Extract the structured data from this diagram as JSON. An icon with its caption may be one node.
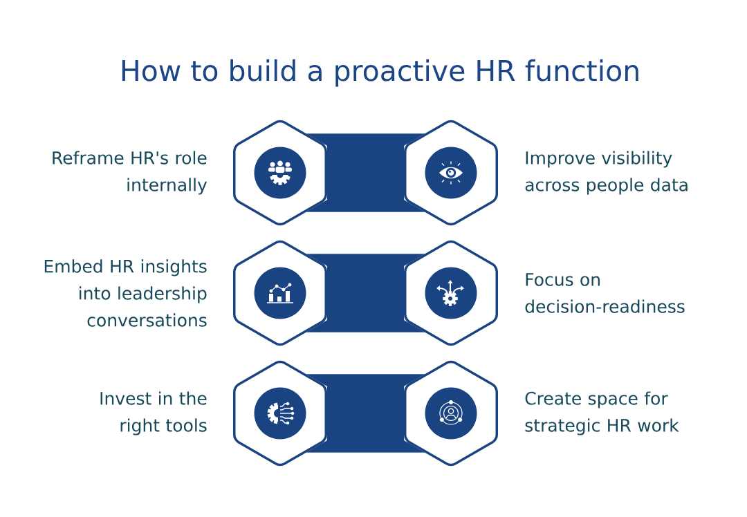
{
  "diagram": {
    "title": "How to build a proactive HR function",
    "nodes": [
      {
        "text": [],
        "shape": "hexagon",
        "beside": [
          "Reframe HR's role internally"
        ]
      },
      {
        "text": [],
        "shape": "hexagon",
        "beside": [
          "Improve visibility across people data"
        ]
      },
      {
        "text": [],
        "shape": "hexagon",
        "beside": [
          "Embed HR insights into leadership conversations"
        ]
      },
      {
        "text": [],
        "shape": "hexagon",
        "beside": [
          "Focus on decision-readiness"
        ]
      },
      {
        "text": [],
        "shape": "hexagon",
        "beside": [
          "Invest in the right tools"
        ]
      },
      {
        "text": [],
        "shape": "hexagon",
        "beside": [
          "Create space for strategic HR work"
        ]
      }
    ],
    "edges": [
      {
        "from": 0,
        "to": 1,
        "arrow": "none",
        "style": "thick"
      },
      {
        "from": 2,
        "to": 3,
        "arrow": "none",
        "style": "thick"
      },
      {
        "from": 4,
        "to": 5,
        "arrow": "none",
        "style": "thick"
      }
    ]
  }
}
